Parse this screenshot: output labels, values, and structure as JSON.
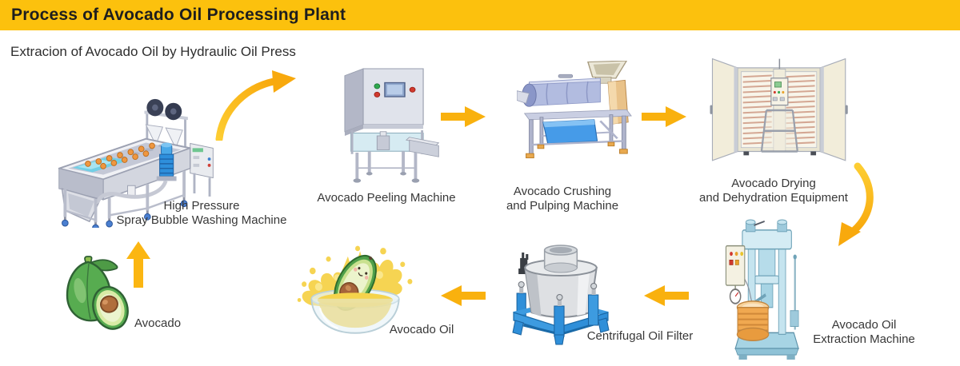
{
  "header": {
    "title": "Process of Avocado Oil Processing Plant",
    "bg_color": "#FCC10D"
  },
  "subtitle": "Extracion of Avocado Oil by Hydraulic Oil Press",
  "stations": {
    "washing": {
      "line1": "High Pressure",
      "line2": "Spray Bubble Washing Machine"
    },
    "peeling": {
      "label": "Avocado Peeling Machine"
    },
    "crushing": {
      "line1": "Avocado Crushing",
      "line2": "and Pulping Machine"
    },
    "drying": {
      "line1": "Avocado Drying",
      "line2": "and Dehydration Equipment"
    },
    "extraction": {
      "line1": "Avocado Oil",
      "line2": "Extraction Machine"
    },
    "filter": {
      "label": "Centrifugal Oil Filter"
    },
    "oil": {
      "label": "Avocado Oil"
    },
    "avocado": {
      "label": "Avocado"
    }
  },
  "colors": {
    "header_bg": "#FCC10D",
    "arrow": "#F9B10E",
    "arrow_gradient_light": "#FDCD32",
    "arrow_gradient_dark": "#F8A90D",
    "label_text": "#383838",
    "title_text": "#1E1E1E"
  }
}
